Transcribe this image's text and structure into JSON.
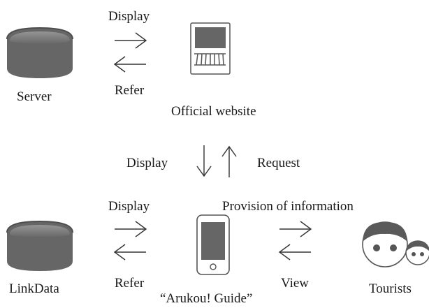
{
  "diagram": {
    "top": {
      "server_label": "Server",
      "display_label": "Display",
      "refer_label": "Refer",
      "website_label": "Official website"
    },
    "middle": {
      "display_label": "Display",
      "request_label": "Request"
    },
    "bottom": {
      "linkdata_label": "LinkData",
      "display_label": "Display",
      "refer_label": "Refer",
      "app_label": "“Arukou! Guide”",
      "provision_label": "Provision of information",
      "view_label": "View",
      "tourists_label": "Tourists"
    },
    "icons": [
      "server-icon",
      "laptop-icon",
      "database-icon",
      "smartphone-icon",
      "tourists-icon"
    ],
    "colors": {
      "icon_fill": "#666666",
      "icon_dark": "#4d4d4d",
      "stroke": "#333333",
      "text": "#1a1a1a"
    }
  }
}
